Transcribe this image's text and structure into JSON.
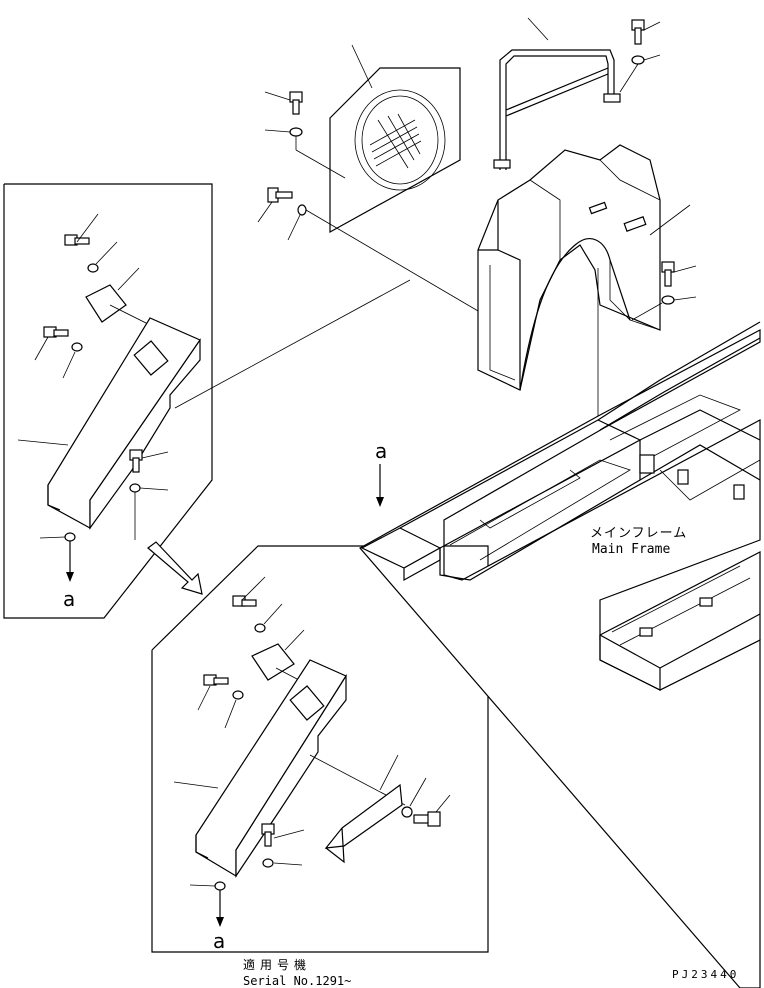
{
  "labels": {
    "main_frame_jp": "メインフレーム",
    "main_frame_en": "Main Frame",
    "view_arrow_top": "a",
    "view_arrow_left": "a",
    "view_arrow_detail": "a",
    "serial_jp": "適用号機",
    "serial_en": "Serial No.1291~",
    "drawing_code": "PJ23440"
  }
}
